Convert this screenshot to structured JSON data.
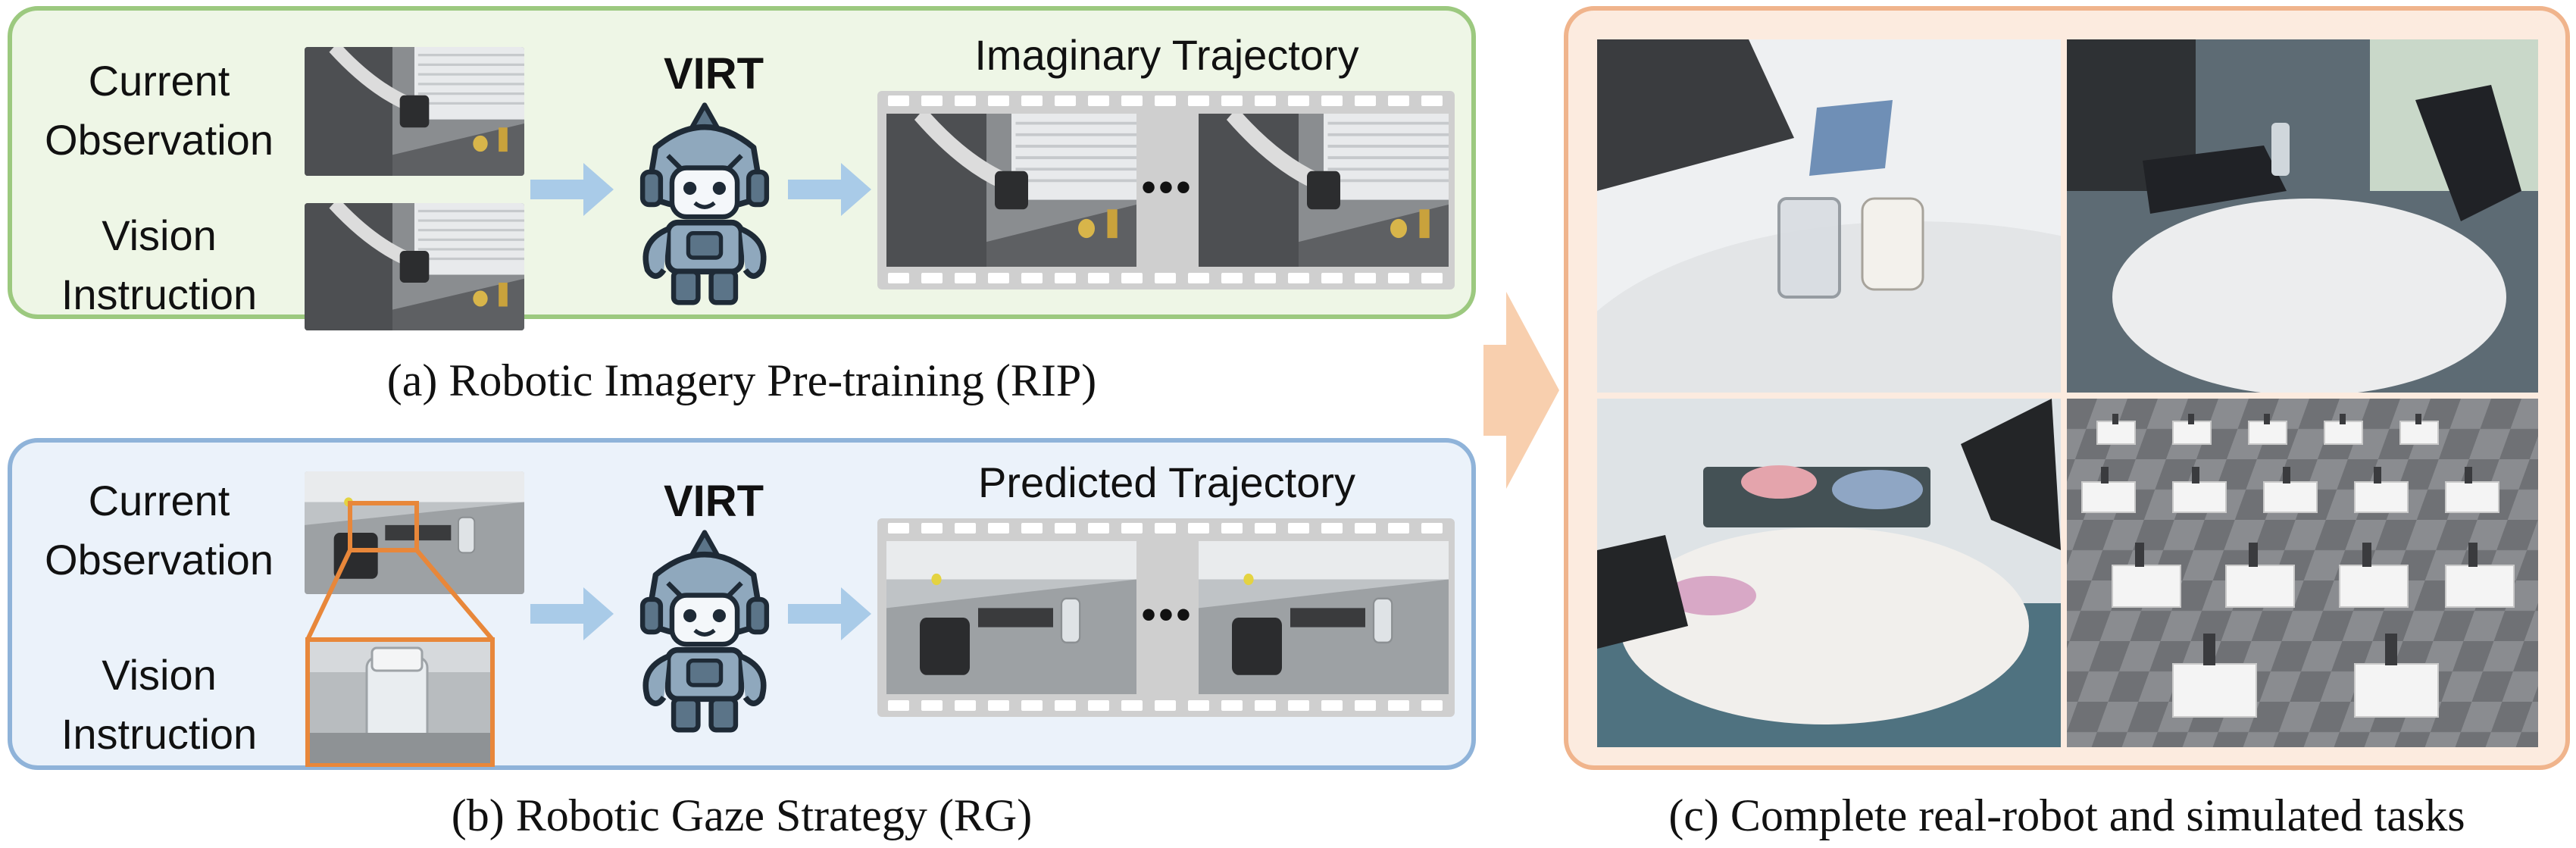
{
  "panel_a": {
    "current_observation": [
      "Current",
      "Observation"
    ],
    "vision_instruction": [
      "Vision",
      "Instruction"
    ],
    "model_name": "VIRT",
    "trajectory_title": "Imaginary Trajectory",
    "ellipsis": "•••",
    "caption": "(a) Robotic Imagery Pre-training (RIP)"
  },
  "panel_b": {
    "current_observation": [
      "Current",
      "Observation"
    ],
    "vision_instruction": [
      "Vision",
      "Instruction"
    ],
    "model_name": "VIRT",
    "trajectory_title": "Predicted Trajectory",
    "ellipsis": "•••",
    "caption": "(b) Robotic Gaze Strategy (RG)"
  },
  "panel_c": {
    "caption": "(c) Complete real-robot and simulated tasks"
  },
  "colors": {
    "panel_a_border": "#9cc97f",
    "panel_a_fill": "#eef6e6",
    "panel_b_border": "#8fb3d9",
    "panel_b_fill": "#ebf2fa",
    "panel_c_border": "#f0b48c",
    "panel_c_fill": "#fcebdf",
    "arrow_blue": "#a9cbe8",
    "arrow_orange": "#f8cfae",
    "gaze_box": "#e8873a"
  }
}
